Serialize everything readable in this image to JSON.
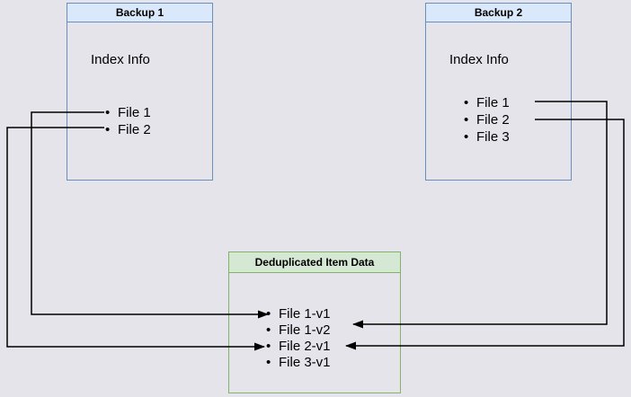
{
  "boxes": {
    "backup1": {
      "title": "Backup 1",
      "subtitle": "Index Info",
      "files": [
        "File 1",
        "File 2"
      ]
    },
    "backup2": {
      "title": "Backup 2",
      "subtitle": "Index Info",
      "files": [
        "File 1",
        "File 2",
        "File 3"
      ]
    },
    "dedup": {
      "title": "Deduplicated Item Data",
      "items": [
        "File 1-v1",
        "File 1-v2",
        "File 2-v1",
        "File 3-v1"
      ]
    }
  },
  "connections": [
    {
      "from": "Backup 1 / File 1",
      "to": "File 1-v1"
    },
    {
      "from": "Backup 1 / File 2",
      "to": "File 2-v1"
    },
    {
      "from": "Backup 2 / File 1",
      "to": "File 1-v2"
    },
    {
      "from": "Backup 2 / File 2",
      "to": "File 2-v1"
    }
  ],
  "colors": {
    "background": "#e5e4eb",
    "blue_fill": "#dae8fc",
    "blue_border": "#6c8ebf",
    "green_fill": "#d5e8d4",
    "green_border": "#82b366",
    "arrow": "#000000",
    "text": "#000000"
  }
}
